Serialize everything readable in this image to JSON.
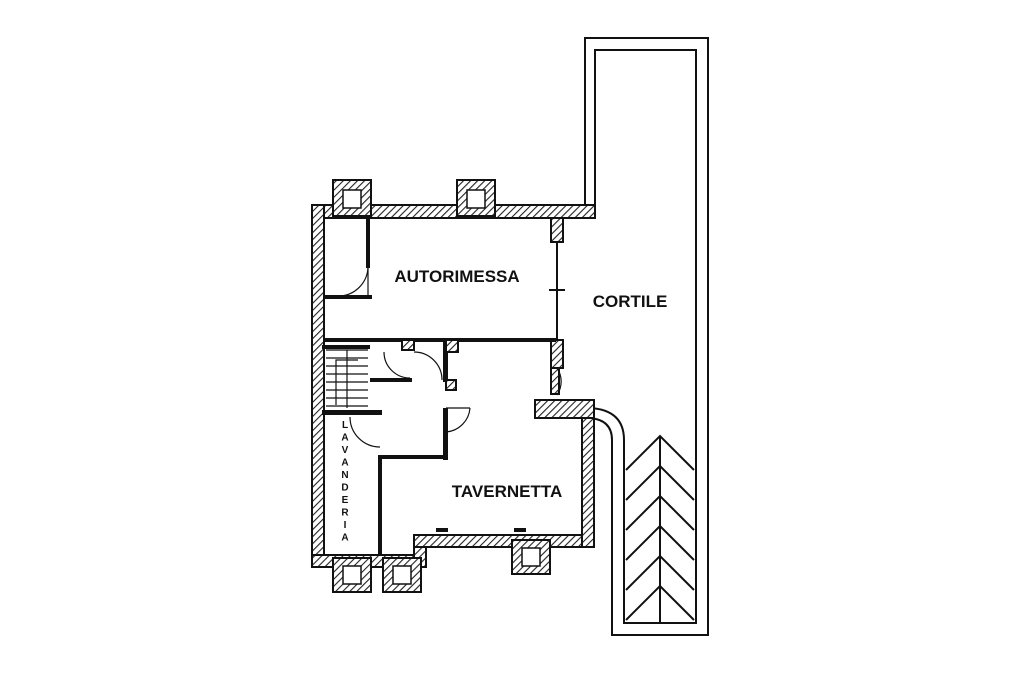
{
  "rooms": {
    "autorimessa": "AUTORIMESSA",
    "cortile": "CORTILE",
    "tavernetta": "TAVERNETTA",
    "lavanderia": "LAVANDERIA"
  },
  "colors": {
    "ink": "#111111",
    "paper": "#ffffff"
  }
}
